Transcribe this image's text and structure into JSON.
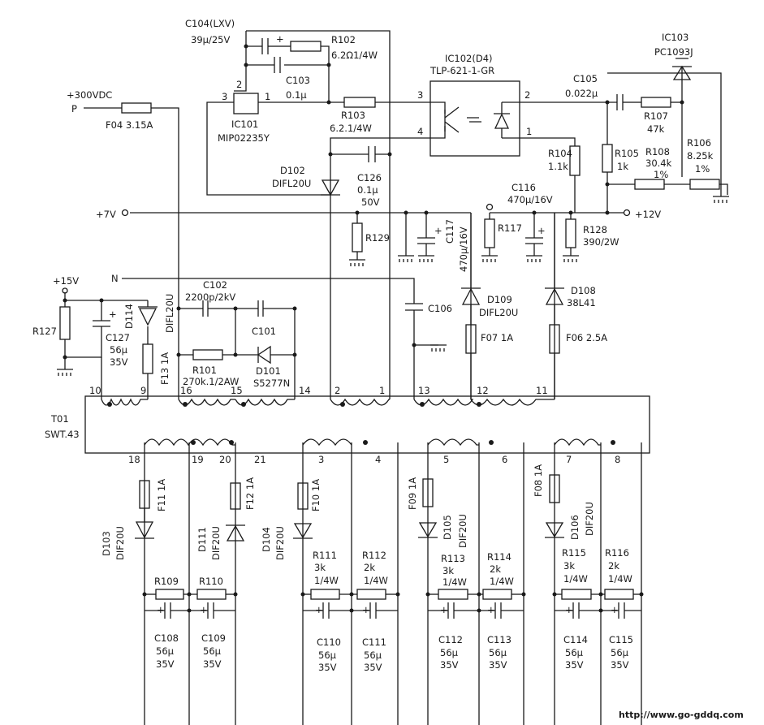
{
  "labels": {
    "c104_title": "C104(LXV)",
    "c104_value": "39μ/25V",
    "r102": "R102",
    "r102_value": "6.2Ω1/4W",
    "c103": "C103",
    "c103_value": "0.1μ",
    "ic102_title": "IC102(D4)",
    "ic102_part": "TLP-621-1-GR",
    "ic103_title": "IC103",
    "ic103_part": "PC1093J",
    "c105": "C105",
    "c105_value": "0.022μ",
    "r107": "R107",
    "r107_value": "47k",
    "r106": "R106",
    "r106_value": "8.25k",
    "r106_tol": "1%",
    "r108": "R108",
    "r108_value": "30.4k",
    "r108_tol": "1%",
    "r105": "R105",
    "r105_value": "1k",
    "r104": "R104",
    "r104_value": "1.1k",
    "supply_300": "+300VDC",
    "node_p": "P",
    "f04": "F04 3.15A",
    "ic101_title": "IC101",
    "ic101_part": "MIP02235Y",
    "r103": "R103",
    "r103_value": "6.2.1/4W",
    "d102": "D102",
    "d102_part": "DIFL20U",
    "c126": "C126",
    "c126_value": "0.1μ",
    "c126_volt": "50V",
    "c116": "C116",
    "c116_value": "470μ/16V",
    "plus7": "+7V",
    "plus12": "+12V",
    "r129": "R129",
    "c117": "C117",
    "c117_value": "470μ/16V",
    "r117": "R117",
    "r128": "R128",
    "r128_value": "390/2W",
    "plus15": "+15V",
    "node_n": "N",
    "c102": "C102",
    "c102_value": "2200p/2kV",
    "d114": "D114",
    "d114_part": "DIFL20U",
    "c101": "C101",
    "c106": "C106",
    "d109": "D109",
    "d109_part": "DIFL20U",
    "d108": "D108",
    "d108_part": "38L41",
    "r127": "R127",
    "c127": "C127",
    "c127_value": "56μ",
    "c127_volt": "35V",
    "f13": "F13 1A",
    "r101": "R101",
    "r101_value": "270k.1/2AW",
    "d101": "D101",
    "d101_part": "S5277N",
    "f07": "F07 1A",
    "f06": "F06 2.5A",
    "t01": "T01",
    "t01_part": "SWT.43",
    "pin_10": "10",
    "pin_9": "9",
    "pin_16": "16",
    "pin_15": "15",
    "pin_14": "14",
    "pin_2": "2",
    "pin_1": "1",
    "pin_13": "13",
    "pin_12": "12",
    "pin_11": "11",
    "pin_18": "18",
    "pin_19": "19",
    "pin_20": "20",
    "pin_21": "21",
    "pin_3": "3",
    "pin_4": "4",
    "pin_5": "5",
    "pin_6": "6",
    "pin_7": "7",
    "pin_8": "8",
    "ic101_pin3": "3",
    "ic101_pin2": "2",
    "ic101_pin1": "1",
    "ic102_pin3": "3",
    "ic102_pin4": "4",
    "ic102_pin2": "2",
    "ic102_pin1": "1",
    "f11": "F11 1A",
    "f12": "F12 1A",
    "f10": "F10 1A",
    "f09": "F09 1A",
    "f08": "F08 1A",
    "d103": "D103",
    "d103_part": "DIF20U",
    "d111": "D111",
    "d111_part": "DIF20U",
    "d104": "D104",
    "d104_part": "DIF20U",
    "d105": "D105",
    "d105_part": "DIF20U",
    "d106": "D106",
    "d106_part": "DIF20U",
    "r109": "R109",
    "r110": "R110",
    "r111": "R111",
    "r111_value": "3k",
    "r111_power": "1/4W",
    "r112": "R112",
    "r112_value": "2k",
    "r112_power": "1/4W",
    "r113": "R113",
    "r113_value": "3k",
    "r113_power": "1/4W",
    "r114": "R114",
    "r114_value": "2k",
    "r114_power": "1/4W",
    "r115": "R115",
    "r115_value": "3k",
    "r115_power": "1/4W",
    "r116": "R116",
    "r116_value": "2k",
    "r116_power": "1/4W",
    "c108": "C108",
    "c109": "C109",
    "c110": "C110",
    "c111": "C111",
    "c112": "C112",
    "c113": "C113",
    "c114": "C114",
    "c115": "C115",
    "cap_56": "56μ",
    "cap_35": "35V",
    "watermark": "http://www.go-gddq.com"
  }
}
